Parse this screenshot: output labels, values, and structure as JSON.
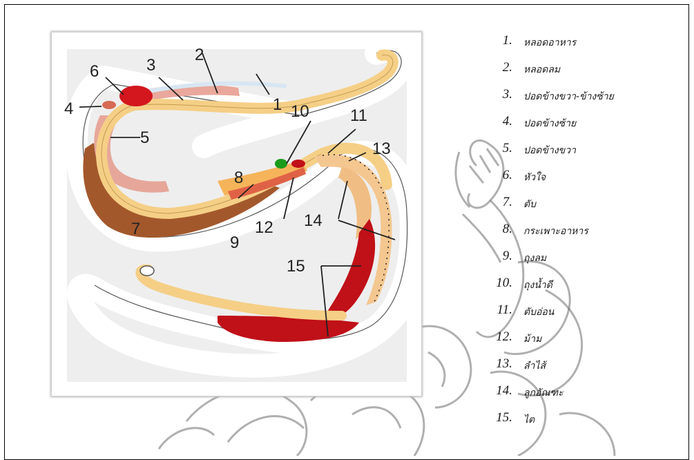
{
  "diagram": {
    "labels": [
      "1",
      "2",
      "3",
      "4",
      "5",
      "6",
      "7",
      "8",
      "9",
      "10",
      "11",
      "12",
      "13",
      "14",
      "15"
    ]
  },
  "legend": {
    "items": [
      {
        "num": "1.",
        "text": "หลอดอาหาร"
      },
      {
        "num": "2.",
        "text": "หลอดลม"
      },
      {
        "num": "3.",
        "text": "ปอดข้างขวา-ข้างซ้าย"
      },
      {
        "num": "4.",
        "text": "ปอดข้างซ้าย"
      },
      {
        "num": "5.",
        "text": "ปอดข้างขวา"
      },
      {
        "num": "6.",
        "text": "หัวใจ"
      },
      {
        "num": "7.",
        "text": "ตับ"
      },
      {
        "num": "8.",
        "text": "กระเพาะอาหาร"
      },
      {
        "num": "9.",
        "text": "ถุงลม"
      },
      {
        "num": "10.",
        "text": "ถุงน้ำดี"
      },
      {
        "num": "11.",
        "text": "ตับอ่อน"
      },
      {
        "num": "12.",
        "text": "ม้าม"
      },
      {
        "num": "13.",
        "text": "ลำไส้"
      },
      {
        "num": "14.",
        "text": "ลูกอัณฑะ"
      },
      {
        "num": "15.",
        "text": "ไต"
      }
    ]
  },
  "colors": {
    "background": "#eeeeee",
    "body_outline": "#ffffff",
    "esophagus": "#f8d48c",
    "liver": "#a3582c",
    "lung": "#e6a79a",
    "heart": "#d4161e",
    "kidney": "#c01018",
    "gallbladder": "#1c9a1c",
    "intestine": "#f4c790",
    "watermark": "#6e6e6e"
  }
}
